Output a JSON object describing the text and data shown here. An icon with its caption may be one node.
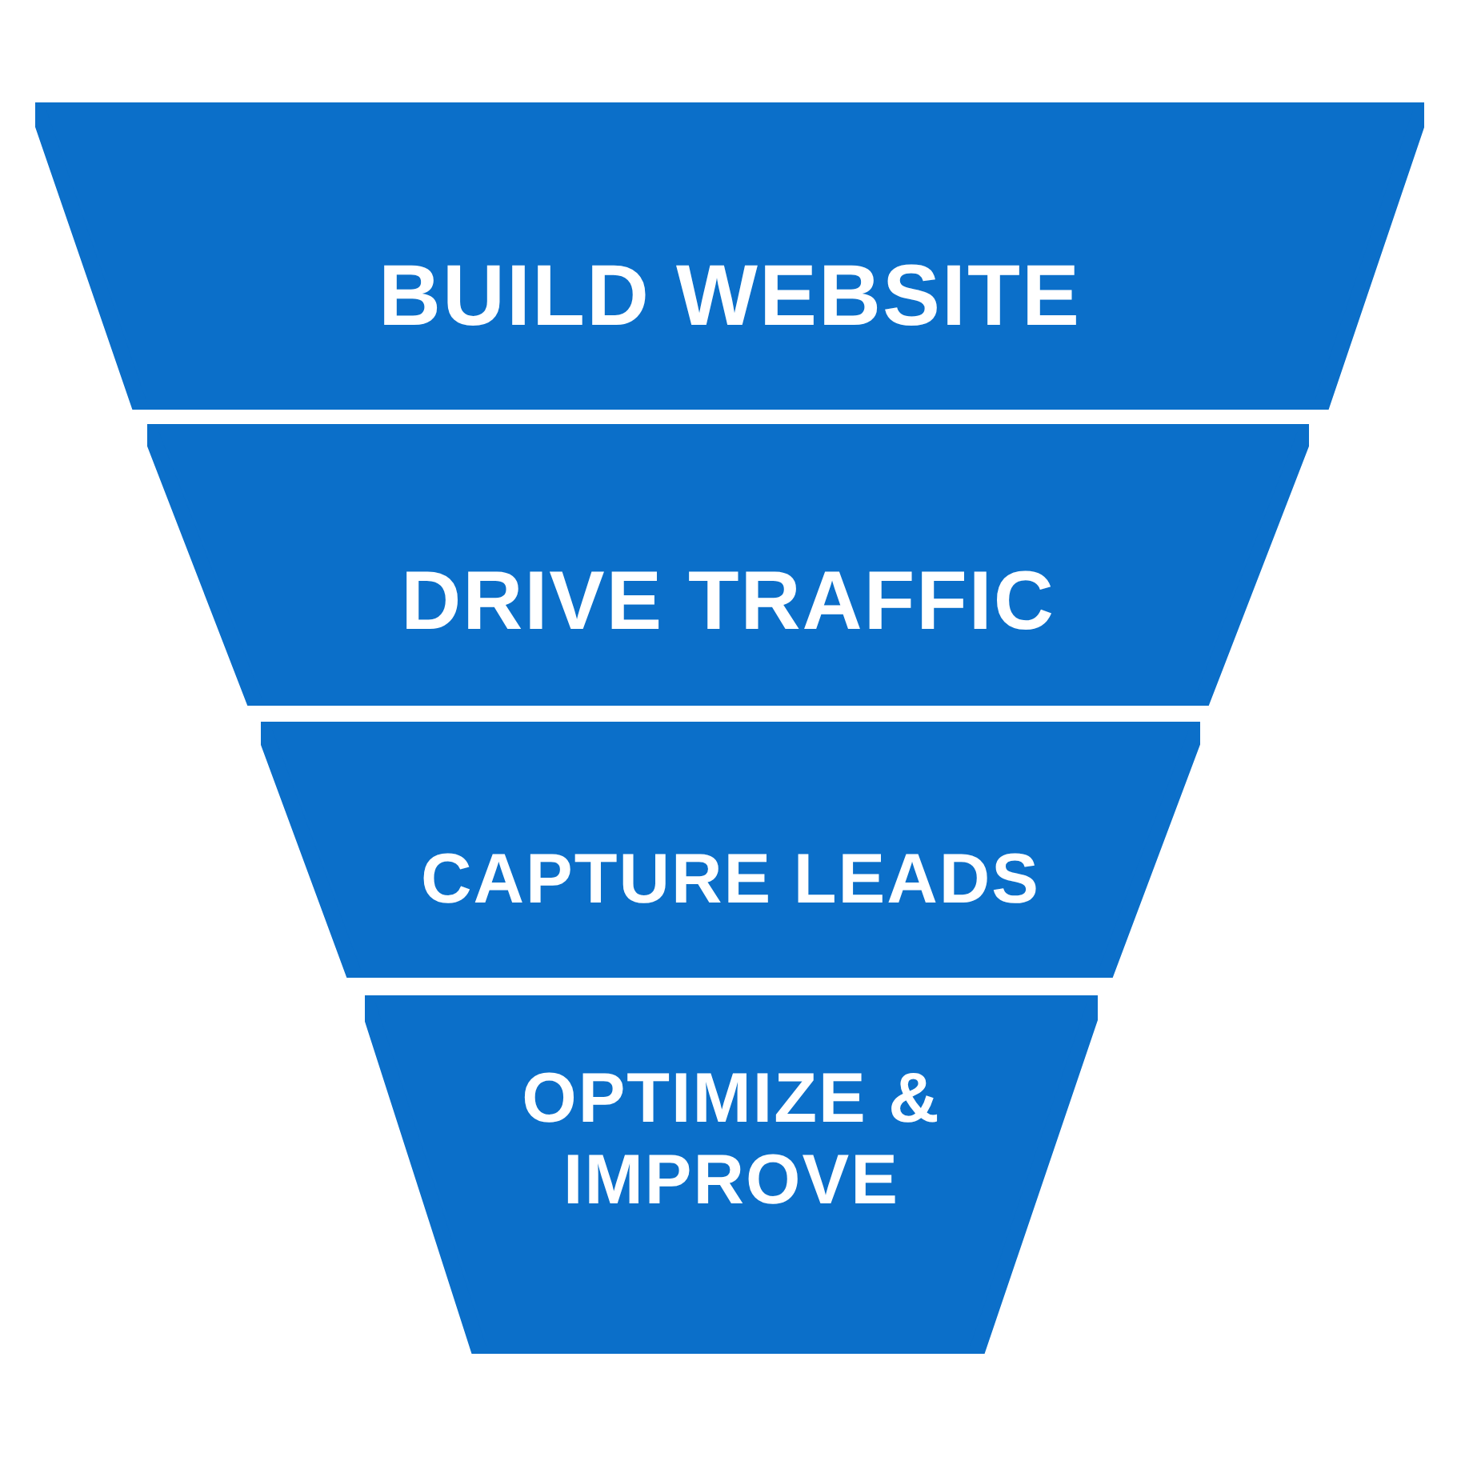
{
  "diagram": {
    "nodes": [
      {
        "text": [
          "BUILD WEBSITE"
        ]
      },
      {
        "text": [
          "DRIVE TRAFFIC"
        ]
      },
      {
        "text": [
          "CAPTURE LEADS"
        ]
      },
      {
        "text": [
          "OPTIMIZE & IMPROVE"
        ]
      }
    ]
  }
}
